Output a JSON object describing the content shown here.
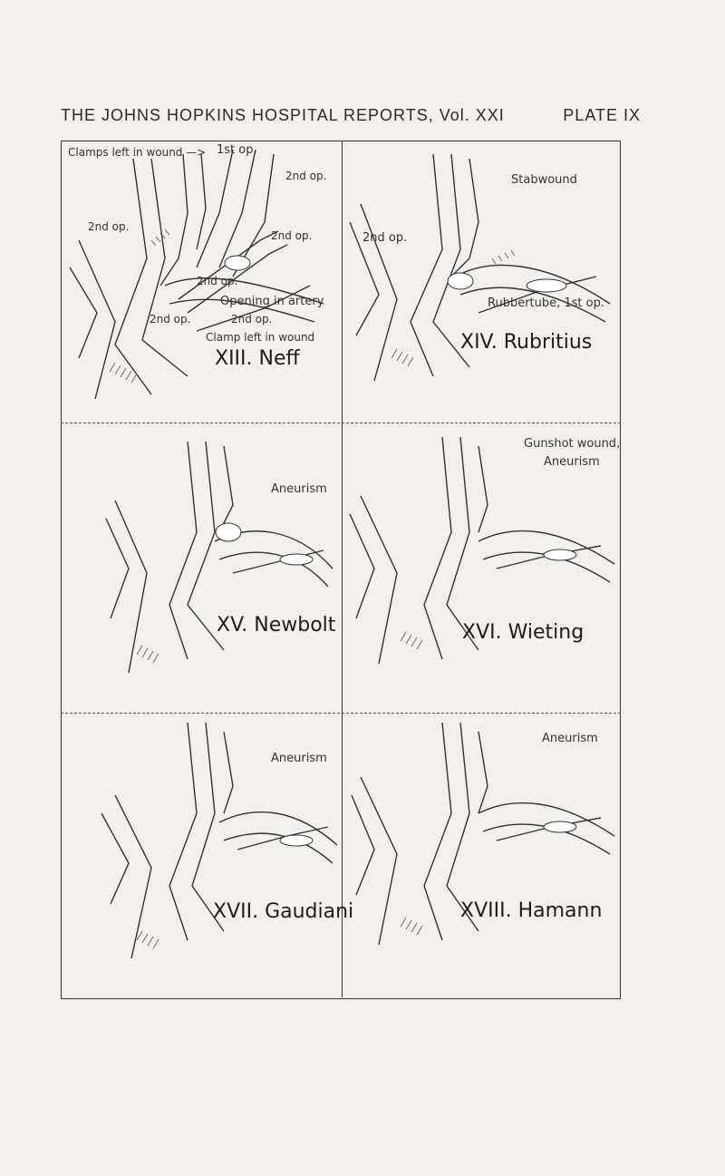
{
  "header": {
    "title": "THE JOHNS HOPKINS HOSPITAL REPORTS, Vol. XXI",
    "plate": "PLATE IX"
  },
  "panels": {
    "p13": {
      "case": "XIII. Neff",
      "label_clamps": "Clamps left in wound —>",
      "label_1st": "1st op.",
      "label_2nd_op_top": "2nd op.",
      "label_2nd_op_left": "2nd op.",
      "label_2nd_op_right": "2nd op.",
      "label_2nd_op_mid": "2nd op.",
      "label_opening": "Opening in artery",
      "label_2nd_op_low_left": "2nd op.",
      "label_2nd_op_low": "2nd op.",
      "label_clamp": "Clamp left in wound"
    },
    "p14": {
      "case": "XIV. Rubritius",
      "label_stab": "Stabwound",
      "label_2nd": "2nd op.",
      "label_rubber": "Rubbertube, 1st op."
    },
    "p15": {
      "case": "XV. Newbolt",
      "label_aneurism": "Aneurism"
    },
    "p16": {
      "case": "XVI. Wieting",
      "label_gunshot": "Gunshot wound,",
      "label_aneurism": "Aneurism"
    },
    "p17": {
      "case": "XVII. Gaudiani",
      "label_aneurism": "Aneurism"
    },
    "p18": {
      "case": "XVIII. Hamann",
      "label_aneurism": "Aneurism"
    }
  }
}
